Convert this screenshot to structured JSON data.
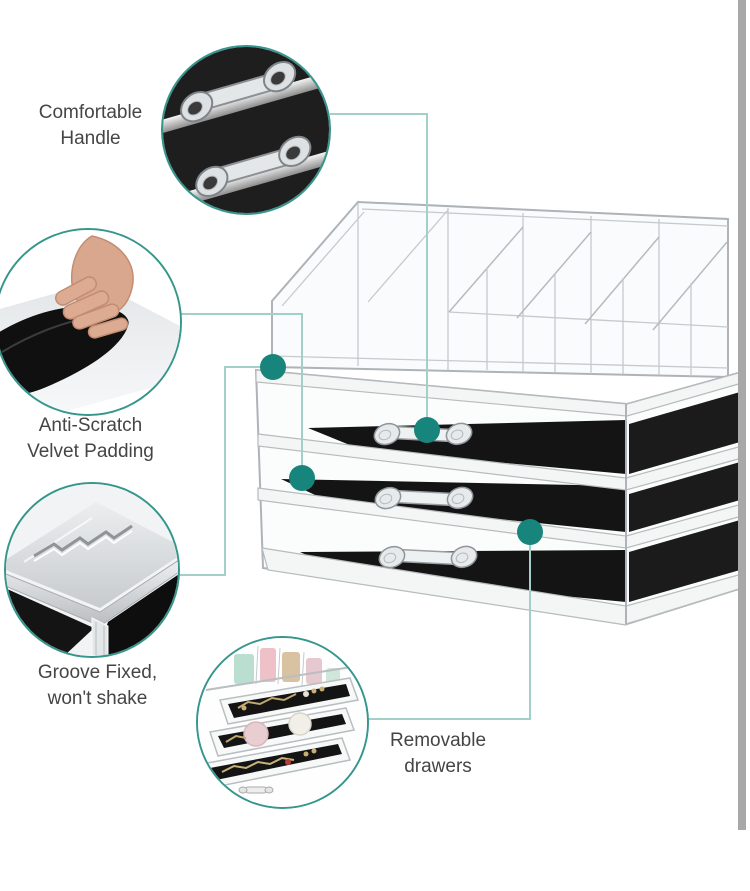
{
  "page": {
    "background": "#ffffff"
  },
  "colors": {
    "accent_teal_dot": "#17857b",
    "leader_line": "#a3cfc9",
    "inset_circle_border": "#35968c",
    "label_text": "#454545",
    "velvet_black": "#141414",
    "right_gray_bar": "#a8a8a8"
  },
  "labels": {
    "handle": {
      "line1": "Comfortable",
      "line2": "Handle"
    },
    "velvet": {
      "line1": "Anti-Scratch",
      "line2": "Velvet Padding"
    },
    "groove": {
      "line1": "Groove Fixed,",
      "line2": "won't shake"
    },
    "drawers": {
      "line1": "Removable",
      "line2": "drawers"
    }
  },
  "insets": {
    "handle": "drawer-handles-closeup",
    "velvet": "hand-peeling-velvet-pad-closeup",
    "groove": "corner-groove-closeup",
    "drawers": "open-drawers-with-jewelry-closeup"
  },
  "product": {
    "kind": "clear-acrylic-cosmetic-organizer",
    "top_section": "lipstick-grid-and-brush-bin",
    "drawer_count": 3
  }
}
